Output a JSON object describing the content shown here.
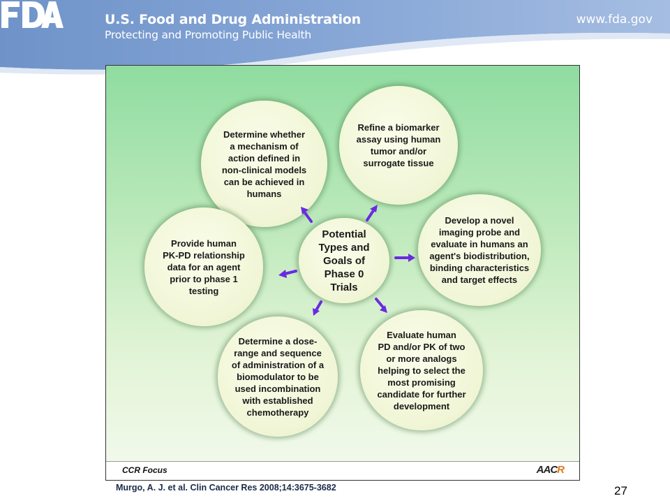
{
  "header": {
    "logo_text": "FDA",
    "agency_name": "U.S. Food and Drug Administration",
    "tagline": "Protecting and Promoting Public Health",
    "website": "www.fda.gov",
    "banner_color": "#7b9ccf"
  },
  "figure": {
    "center": "Potential\nTypes and\nGoals of\nPhase 0\nTrials",
    "goals": [
      "Determine whether\na mechanism of\naction defined in\nnon-clinical models\ncan be achieved in\nhumans",
      "Refine a biomarker\nassay using human\ntumor and/or\nsurrogate tissue",
      "Develop a novel\nimaging probe and\nevaluate in humans an\nagent's biodistribution,\nbinding characteristics\nand target effects",
      "Evaluate human\nPD and/or PK of two\nor more analogs\nhelping to select the\nmost promising\ncandidate for further\ndevelopment",
      "Determine a dose-\nrange and sequence\nof administration of a\nbiomodulator to be\nused incombination\nwith established\nchemotherapy",
      "Provide human\nPK-PD relationship\ndata for an agent\nprior to phase 1\ntesting"
    ],
    "journal_label": "CCR Focus",
    "publisher_logo_main": "AAC",
    "publisher_logo_accent": "R",
    "arrow_color": "#6a2be0"
  },
  "citation": "Murgo, A. J. et al. Clin Cancer Res 2008;14:3675-3682",
  "page_number": "27"
}
